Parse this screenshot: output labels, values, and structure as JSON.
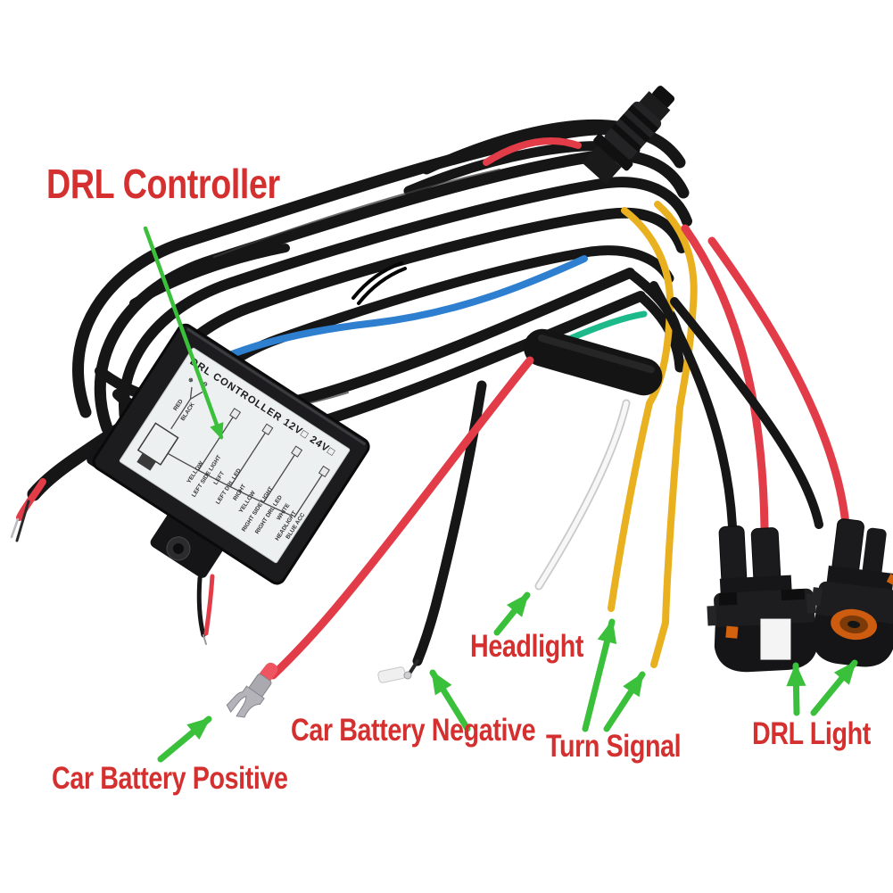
{
  "labels": {
    "drl_controller": "DRL Controller",
    "car_battery_positive": "Car Battery Positive",
    "car_battery_negative": "Car Battery Negative",
    "headlight": "Headlight",
    "turn_signal": "Turn Signal",
    "drl_light": "DRL Light"
  },
  "controller_label": {
    "title": "DRL CONTROLLER 12V□ 24V□",
    "polarity_plus": "⊕",
    "polarity_minus": "⊖",
    "diagram_labels": [
      "RED",
      "BLACK",
      "YELLOW",
      "LEFT SIDE LIGHT",
      "LEFT",
      "LEFT DRL LED",
      "RIGHT",
      "YELLOW",
      "RIGHT SIDE LIGHT",
      "RIGHT DRL LED",
      "WHITE",
      "HEADLIGHT",
      "BLUE ACC"
    ]
  },
  "colors": {
    "label_red": "#d4302f",
    "arrow_green": "#3bc03b",
    "wire_black": "#161616",
    "wire_blue": "#2e7fd0",
    "wire_green": "#1cb98b",
    "wire_yellow": "#e9b11f",
    "wire_red": "#e23c49",
    "wire_white": "#f7f7f7"
  }
}
